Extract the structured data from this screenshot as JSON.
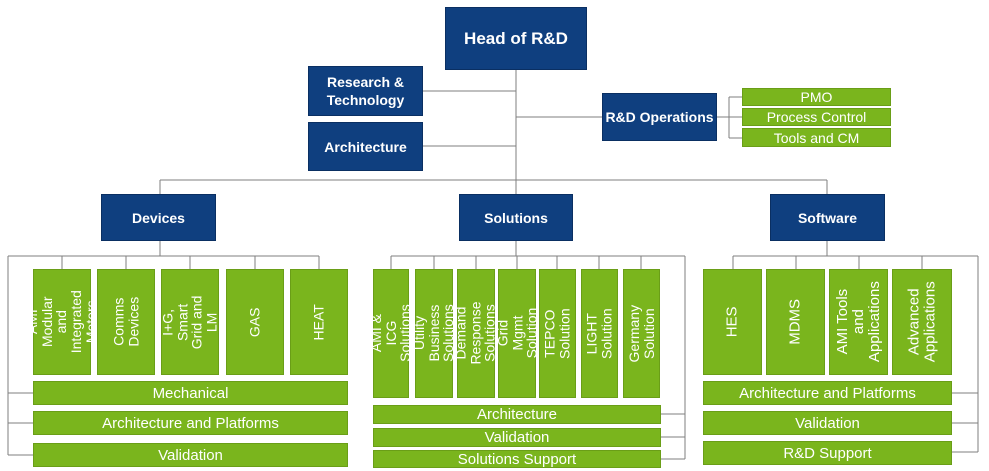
{
  "head": "Head of R&D",
  "research": "Research & Technology",
  "architecture_top": "Architecture",
  "rd_operations": "R&D Operations",
  "rd_ops_items": [
    "PMO",
    "Process Control",
    "Tools and CM"
  ],
  "devices": {
    "title": "Devices",
    "columns": [
      "AMI Modular and Integrated Meters",
      "Comms Devices",
      "I+G, Smart Grid and LM",
      "GAS",
      "HEAT"
    ],
    "bars": [
      "Mechanical",
      "Architecture and Platforms",
      "Validation"
    ]
  },
  "solutions": {
    "title": "Solutions",
    "columns": [
      "AMI & ICG Solutions",
      "Utility Business Solutions",
      "Demand Response Solutions",
      "Grid Mgmt Solution",
      "TEPCO Solution",
      "LIGHT Solution",
      "Germany Solution"
    ],
    "bars": [
      "Architecture",
      "Validation",
      "Solutions Support"
    ]
  },
  "software": {
    "title": "Software",
    "columns": [
      "HES",
      "MDMS",
      "AMI Tools and Applications",
      "Advanced Applications"
    ],
    "bars": [
      "Architecture and Platforms",
      "Validation",
      "R&D Support"
    ]
  },
  "colors": {
    "navy": "#0f3f7f",
    "green": "#7ab51d",
    "line": "#7f7f7f"
  }
}
